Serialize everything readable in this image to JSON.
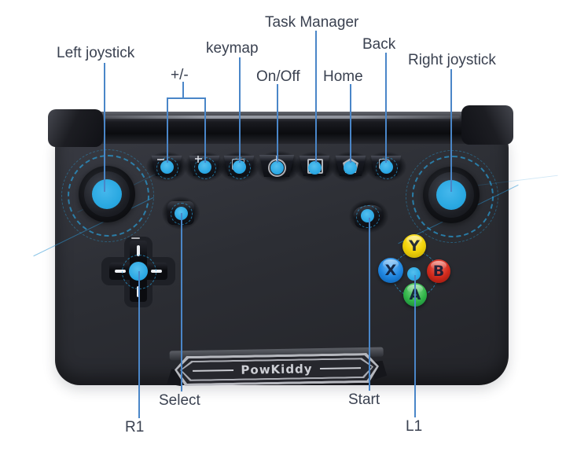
{
  "page": {
    "background": "#ffffff"
  },
  "device": {
    "brand": "PowKiddy",
    "body_color": "#2c2e34",
    "accent_blue": "#29a8e1",
    "leader_line_color": "#4a86c8",
    "label_color": "#3a4150"
  },
  "labels": {
    "left_joystick": "Left joystick",
    "plus_minus": "+/-",
    "keymap": "keymap",
    "on_off": "On/Off",
    "task_manager": "Task Manager",
    "home": "Home",
    "back": "Back",
    "right_joystick": "Right joystick",
    "select": "Select",
    "start": "Start",
    "r1": "R1",
    "l1": "L1"
  },
  "top_buttons": [
    "volume-minus",
    "volume-plus",
    "keymap",
    "power",
    "task-manager",
    "home",
    "back"
  ],
  "face_buttons": {
    "y": {
      "letter": "Y",
      "color": "#f2d40a"
    },
    "x": {
      "letter": "X",
      "color": "#1f86e0"
    },
    "b": {
      "letter": "B",
      "color": "#d02a1c"
    },
    "a": {
      "letter": "A",
      "color": "#2fb347"
    }
  }
}
